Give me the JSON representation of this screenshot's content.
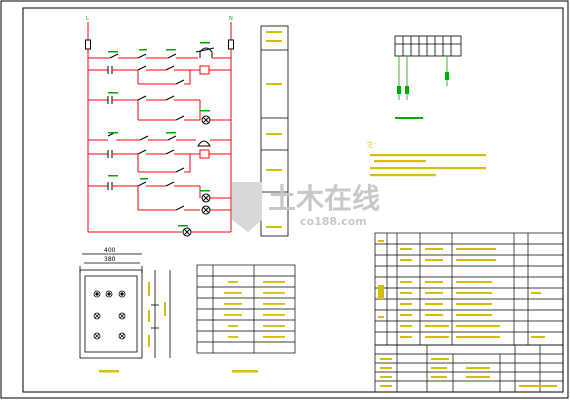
{
  "colors": {
    "line": "#000000",
    "wire": "#ff0000",
    "note": "#d4c000",
    "label": "#00aa00",
    "watermark": "#c8c8c8"
  },
  "diagram": {
    "top_labels": [
      "L",
      "N"
    ],
    "front_view": {
      "dim_outer": "400",
      "dim_inner": "380"
    },
    "notes": {
      "title": "注："
    },
    "watermark": {
      "brand": "土木在线",
      "domain": "co188.com"
    }
  }
}
